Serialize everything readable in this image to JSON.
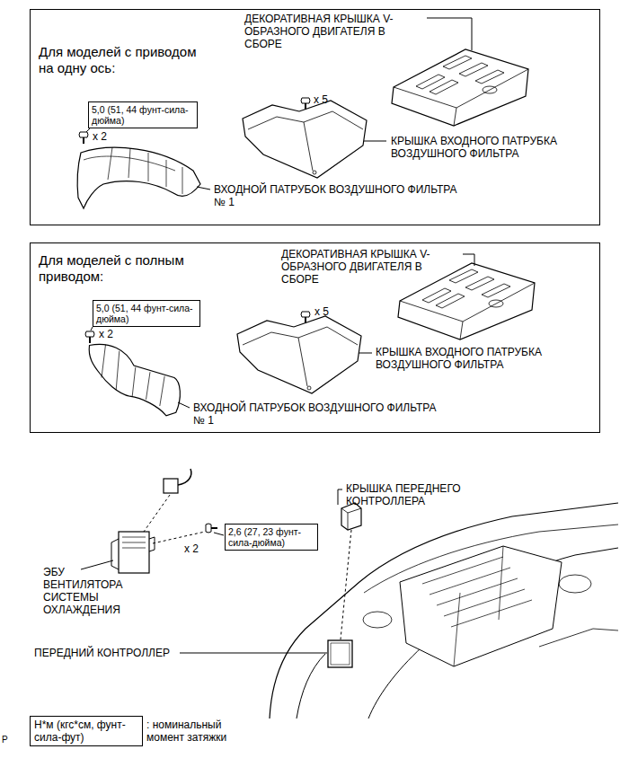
{
  "diagram": {
    "nodes": [
      {
        "text": [
          "Для моделей с приводом на одну ось:"
        ]
      },
      {
        "text": [
          "5,0 (51, 44 фунт-сила-дюйма)"
        ],
        "in": 0
      },
      {
        "text": [
          "Для моделей с полным приводом:"
        ]
      },
      {
        "text": [
          "5,0 (51, 44 фунт-сила-дюйма)"
        ],
        "in": 2
      },
      {
        "text": [
          "2,6 (27, 23 фунт-сила-дюйма)"
        ]
      },
      {
        "text": [
          "Н*м (кгс*см, фунт-сила-фут)"
        ]
      }
    ],
    "labels": [
      "ДЕКОРАТИВНАЯ КРЫШКА V-ОБРАЗНОГО ДВИГАТЕЛЯ В СБОРЕ",
      "x 2",
      "x 5",
      "КРЫШКА ВХОДНОГО ПАТРУБКА ВОЗДУШНОГО ФИЛЬТРА",
      "ВХОДНОЙ ПАТРУБОК ВОЗДУШНОГО ФИЛЬТРА № 1",
      "ДЕКОРАТИВНАЯ КРЫШКА V-ОБРАЗНОГО ДВИГАТЕЛЯ В СБОРЕ",
      "x 2",
      "x 5",
      "КРЫШКА ВХОДНОГО ПАТРУБКА ВОЗДУШНОГО ФИЛЬТРА",
      "ВХОДНОЙ ПАТРУБОК ВОЗДУШНОГО ФИЛЬТРА № 1",
      "ЭБУ ВЕНТИЛЯТОРА СИСТЕМЫ ОХЛАЖДЕНИЯ",
      "x 2",
      "КРЫШКА ПЕРЕДНЕГО КОНТРОЛЛЕРА",
      "ПЕРЕДНИЙ КОНТРОЛЛЕР",
      ": номинальный момент затяжки",
      "P"
    ]
  }
}
